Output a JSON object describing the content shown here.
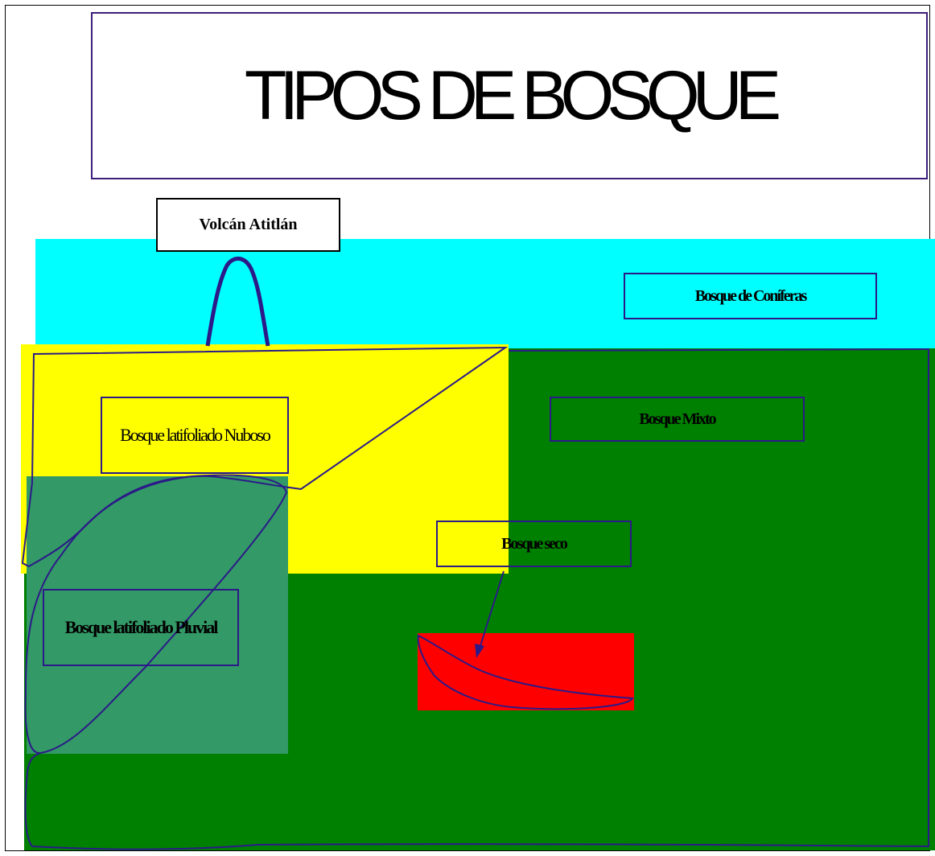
{
  "title": "TIPOS DE BOSQUE",
  "labels": {
    "volcan": "Volcán Atitlán",
    "coniferas": "Bosque de Coníferas",
    "mixto": "Bosque Mixto",
    "nuboso": "Bosque latifoliado Nuboso",
    "seco": "Bosque seco",
    "pluvial": "Bosque latifoliado Pluvial"
  },
  "colors": {
    "coniferas": "#00ffff",
    "mixto": "#008000",
    "nuboso": "#ffff00",
    "pluvial": "#339966",
    "seco": "#ff0000",
    "outline": "#2b1a88"
  }
}
